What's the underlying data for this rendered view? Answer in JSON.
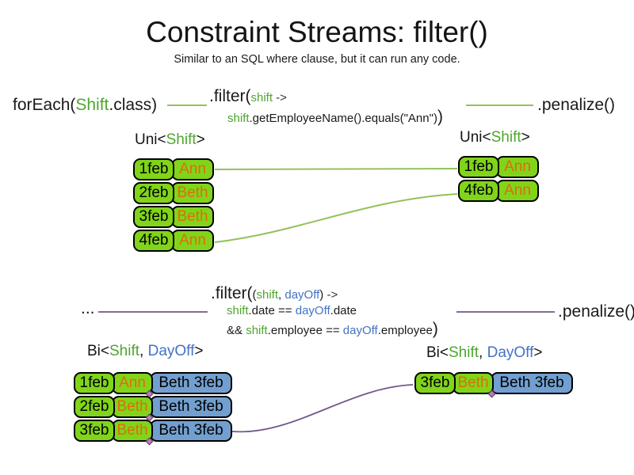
{
  "title": "Constraint Streams: filter()",
  "subtitle": "Similar to an SQL where clause, but it can run any code.",
  "colors": {
    "green_text": "#4ea72e",
    "green_fill": "#81d41a",
    "orange_text": "#dd6e0c",
    "blue_text": "#4472c4",
    "blue_fill": "#729fcf",
    "green_line": "#93c25b",
    "purple_line": "#72578a"
  },
  "uni": {
    "foreach": {
      "pre": "forEach(",
      "type": "Shift",
      "post": ".class)"
    },
    "filter": {
      "head": ".filter(",
      "param": "shift",
      "arrow": " ->",
      "body_var": "shift",
      "body_rest": ".getEmployeeName().equals(\"Ann\")",
      "close": ")"
    },
    "penalize": ".penalize()",
    "label_left": {
      "pre": "Uni<",
      "type": "Shift",
      "post": ">"
    },
    "label_right": {
      "pre": "Uni<",
      "type": "Shift",
      "post": ">"
    },
    "table_left": {
      "rows": [
        {
          "date": "1feb",
          "name": "Ann"
        },
        {
          "date": "2feb",
          "name": "Beth"
        },
        {
          "date": "3feb",
          "name": "Beth"
        },
        {
          "date": "4feb",
          "name": "Ann"
        }
      ]
    },
    "table_right": {
      "rows": [
        {
          "date": "1feb",
          "name": "Ann"
        },
        {
          "date": "4feb",
          "name": "Ann"
        }
      ]
    }
  },
  "bi": {
    "ellipsis": "...",
    "filter": {
      "head": ".filter(",
      "open": "(",
      "param1": "shift",
      "comma": ", ",
      "param2": "dayOff",
      "close_paren": ")",
      "arrow": " ->",
      "l2_var1": "shift",
      "l2_mid": ".date == ",
      "l2_var2": "dayOff",
      "l2_end": ".date",
      "l3_and": "&& ",
      "l3_var1": "shift",
      "l3_mid": ".employee == ",
      "l3_var2": "dayOff",
      "l3_end": ".employee",
      "close": ")"
    },
    "penalize": ".penalize()",
    "label_left": {
      "pre": "Bi<",
      "type1": "Shift",
      "sep": ", ",
      "type2": "DayOff",
      "post": ">"
    },
    "label_right": {
      "pre": "Bi<",
      "type1": "Shift",
      "sep": ", ",
      "type2": "DayOff",
      "post": ">"
    },
    "table_left": {
      "rows": [
        {
          "date": "1feb",
          "name": "Ann",
          "pair": "Beth 3feb"
        },
        {
          "date": "2feb",
          "name": "Beth",
          "pair": "Beth 3feb"
        },
        {
          "date": "3feb",
          "name": "Beth",
          "pair": "Beth 3feb"
        }
      ]
    },
    "table_right": {
      "rows": [
        {
          "date": "3feb",
          "name": "Beth",
          "pair": "Beth 3feb"
        }
      ]
    }
  }
}
